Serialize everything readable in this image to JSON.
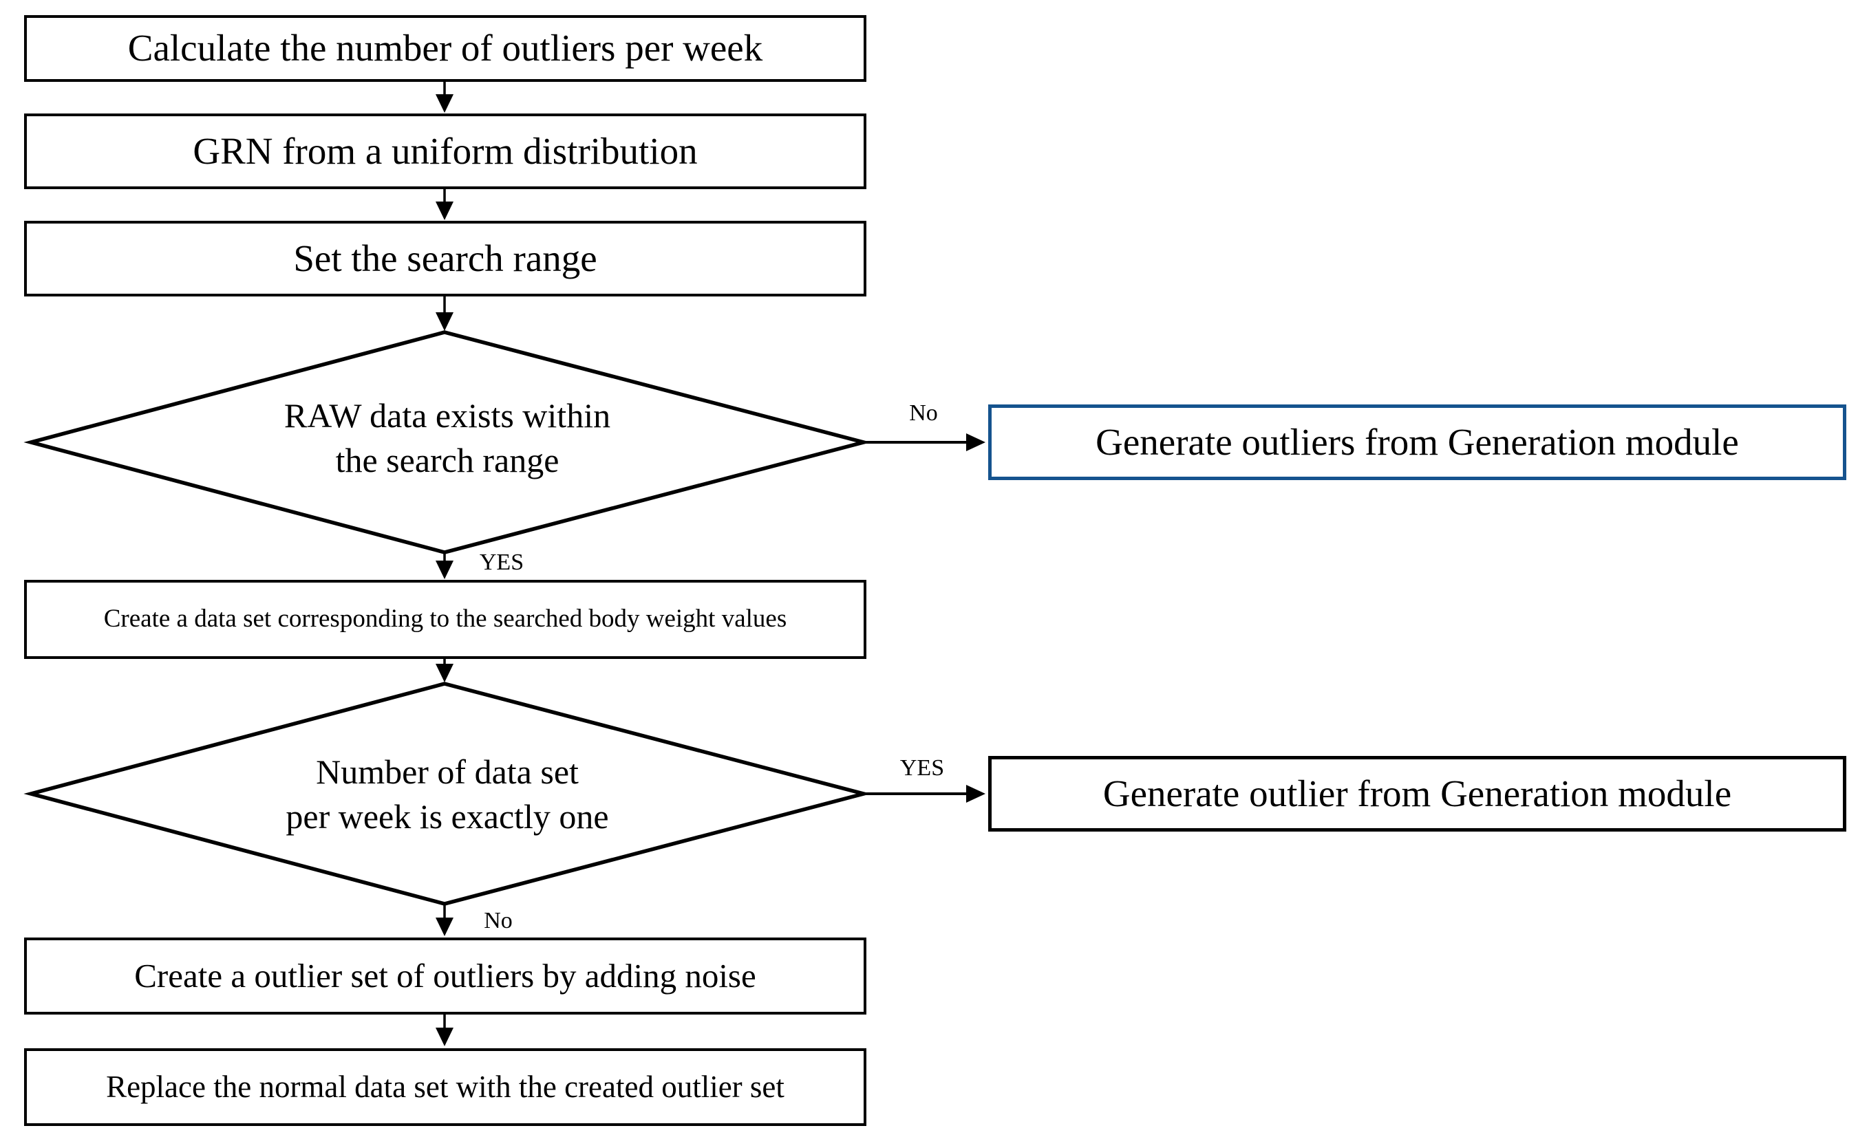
{
  "diagram": {
    "type": "flowchart",
    "colors": {
      "background": "#ffffff",
      "line": "#000000",
      "highlight_border": "#15538E"
    },
    "process_steps": {
      "step1": "Calculate the number of outliers per week",
      "step2": "GRN from a uniform distribution",
      "step3": "Set the search range",
      "step4": "Create a data set corresponding to the searched body weight values",
      "step5": "Create a outlier set of outliers by adding noise",
      "step6": "Replace the normal data set with the created outlier set"
    },
    "decisions": {
      "d1": {
        "line1": "RAW data exists within",
        "line2": "the search range",
        "no_label": "No",
        "yes_label": "YES"
      },
      "d2": {
        "line1": "Number of data set",
        "line2": "per week is exactly one",
        "yes_label": "YES",
        "no_label": "No"
      }
    },
    "branch_boxes": {
      "d1_no": "Generate outliers from Generation module",
      "d2_yes": "Generate outlier from Generation module"
    }
  }
}
